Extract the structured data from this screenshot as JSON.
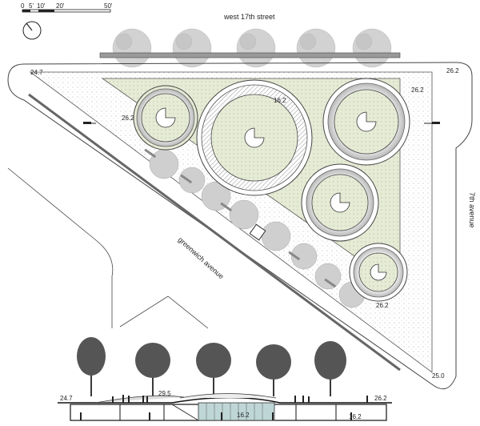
{
  "scale_bar": {
    "labels": [
      "0",
      "5'",
      "10'",
      "20'",
      "50'"
    ]
  },
  "streets": {
    "north": "west 17th street",
    "east": "7th avenue",
    "diagonal": "greenwich avenue"
  },
  "plan_elevations": {
    "northwest_corner": "24.7",
    "northeast_corner": "26.2",
    "top_right_inner": "26.2",
    "west_ring": "26.2",
    "center_ring": "16.2",
    "south_corner_inner": "26.2",
    "south_corner": "25.0"
  },
  "section_elevations": {
    "left_street": "24.7",
    "mound": "29.5",
    "right_street": "26.2",
    "underground_center": "16.2",
    "underground_right": "16.2"
  },
  "colors": {
    "lawn": "#e6ebd6",
    "paving": "#f3f3f3",
    "line": "#333333",
    "tree": "#cfcfcf",
    "glass": "#bfd6d6"
  }
}
